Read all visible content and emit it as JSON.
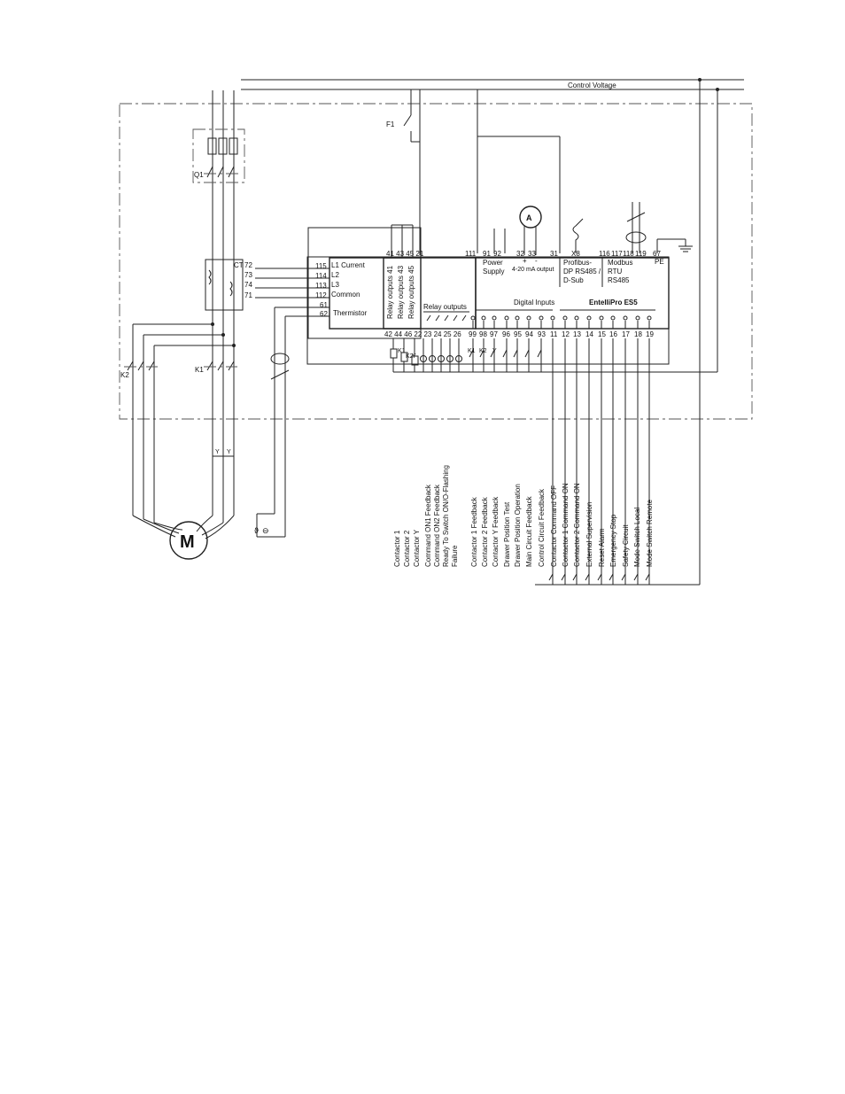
{
  "labels": {
    "control_voltage": "Control Voltage",
    "f1": "F1",
    "q1": "Q1",
    "ct": "CT",
    "k1": "K1",
    "k2": "K2",
    "motor": "M",
    "ammeter": "A",
    "y_left": "Y",
    "y_right": "Y",
    "temp_symbol": "ϑ",
    "temp_symbol2": "⊖"
  },
  "ct_block": {
    "numbers": [
      "72",
      "73",
      "74",
      "71"
    ],
    "term_numbers": [
      "115",
      "114",
      "113",
      "112",
      "61",
      "62"
    ],
    "term_labels": [
      "L1 Current",
      "L2",
      "L3",
      "Common",
      "",
      "Thermistor"
    ]
  },
  "relay_block": {
    "top_terms": "41 43 45 21",
    "vertical_labels": [
      "Relay outputs 41",
      "Relay outputs 43",
      "Relay outputs 45"
    ],
    "relay_outputs_label": "Relay outputs",
    "bottom_terms": "42 44 46 22 23 24 25 26",
    "k1": "K1",
    "k2": "K2",
    "y": "Y"
  },
  "module": {
    "top_terms": [
      "111",
      "91",
      "92",
      "32",
      "33",
      "31",
      "X8",
      "116",
      "117",
      "118",
      "119",
      "67"
    ],
    "power": "Power",
    "supply": "Supply",
    "plus": "+",
    "minus": "-",
    "output_420": "4-20 mA output",
    "profibus_1": "Profibus-",
    "profibus_2": "DP RS485 /",
    "profibus_3": "D-Sub",
    "modbus_1": "Modbus",
    "modbus_2": "RTU",
    "modbus_3": "RS485",
    "pe": "PE",
    "digital_inputs": "Digital Inputs",
    "brand": "EntelliPro ES5",
    "bottom_terms": [
      "99",
      "98",
      "97",
      "96",
      "95",
      "94",
      "93",
      "11",
      "12",
      "13",
      "14",
      "15",
      "16",
      "17",
      "18",
      "19"
    ],
    "k1": "K1",
    "k2": "K2",
    "y": "Y"
  },
  "bottom_labels_left": [
    "Contactor 1",
    "Contactor 2",
    "Contactor Y",
    "Command ON1 Feedback",
    "Command ON2 Feedback",
    "Ready To Switch ON/O-Flashing",
    "Failure"
  ],
  "bottom_labels_mid": [
    "Contactor 1 Feedback",
    "Contactor 2 Feedback",
    "Contactor Y Feedback",
    "Drawer Position Test",
    "Drawer Position Operation",
    "Main Circuit Feedback"
  ],
  "bottom_labels_right": [
    "Control Circuit Feedback",
    "Contactor Command OFF",
    "Contactor 1 Command ON",
    "Contactor 2 Command ON",
    "External Supervision",
    "Reset Alarm",
    "Emergency Stop",
    "Safety Circuit",
    "Mode Switch Local",
    "Mode Switch Remote"
  ]
}
